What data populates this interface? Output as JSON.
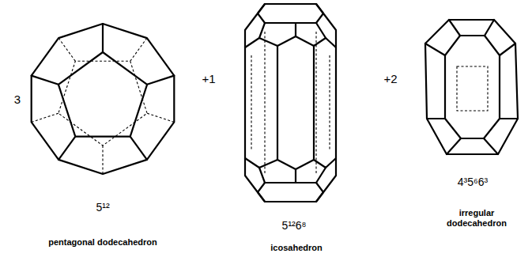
{
  "diagram": {
    "labels": [
      "3",
      "5¹²",
      "pentagonal dodecahedron",
      "+1",
      "5¹²6⁸",
      "icosahedron",
      "+2",
      "4³5⁶6³",
      "irregular dodecahedron"
    ]
  }
}
